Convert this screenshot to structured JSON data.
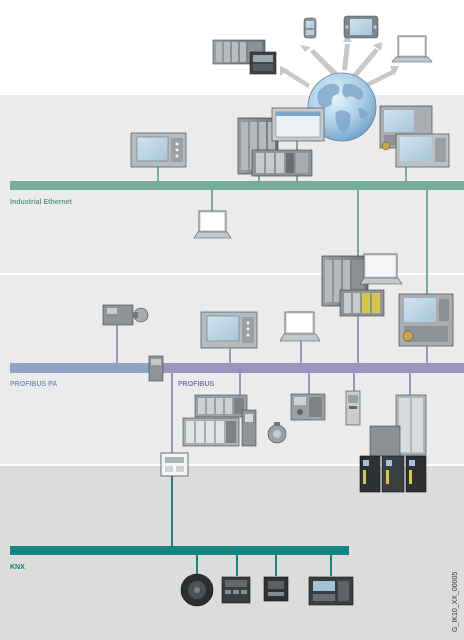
{
  "buses": {
    "industrial_ethernet": {
      "label": "Industrial Ethernet"
    },
    "profibus_pa": {
      "label": "PROFIBUS PA"
    },
    "profibus": {
      "label": "PROFIBUS"
    },
    "knx": {
      "label": "KNX"
    }
  },
  "figure_code": "G_IK10_XX_00005",
  "colors": {
    "ethernet": "#76ad99",
    "profibus_pa": "#8ea4c4",
    "profibus": "#9c94bc",
    "knx": "#16857f",
    "band_light": "#ebebeb",
    "band_dark": "#dcdcdc",
    "label_ethernet": "#5d9a86",
    "label_profibus": "#7d78a8",
    "label_knx": "#14776f"
  },
  "icons": [
    "globe-icon",
    "hmi-panel-icon",
    "laptop-icon",
    "plc-rack-icon",
    "industrial-pc-icon",
    "drive-cabinet-icon",
    "thermostat-icon",
    "gateway-icon",
    "knx-device-icon"
  ]
}
